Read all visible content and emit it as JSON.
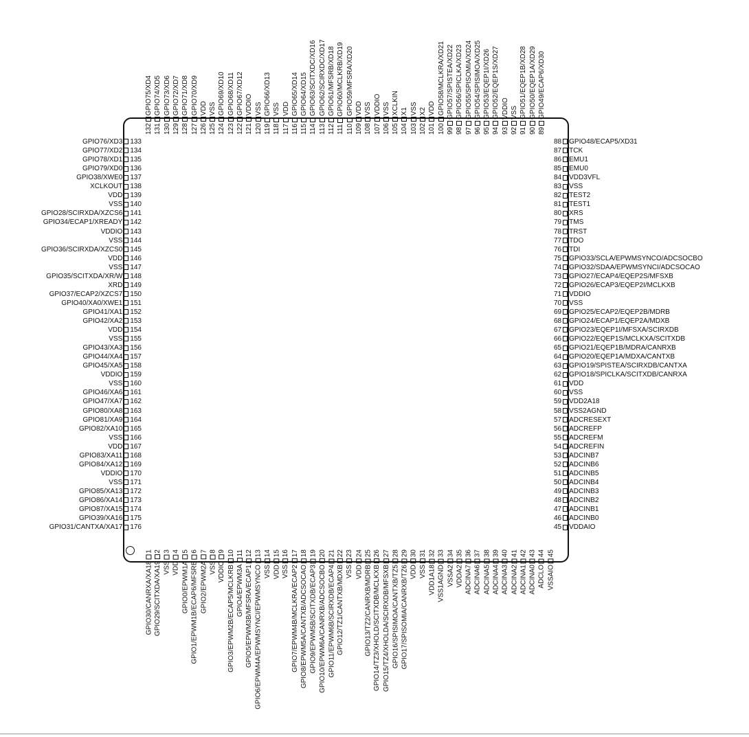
{
  "left": [
    [
      133,
      "GPIO76/XD3"
    ],
    [
      134,
      "GPIO77/XD2"
    ],
    [
      135,
      "GPIO78/XD1"
    ],
    [
      136,
      "GPIO79/XD0"
    ],
    [
      137,
      "GPIO38/XWE0"
    ],
    [
      138,
      "XCLKOUT"
    ],
    [
      139,
      "VDD"
    ],
    [
      140,
      "VSS"
    ],
    [
      141,
      "GPIO28/SCIRXDA/XZCS6"
    ],
    [
      142,
      "GPIO34/ECAP1/XREADY"
    ],
    [
      143,
      "VDDIO"
    ],
    [
      144,
      "VSS"
    ],
    [
      145,
      "GPIO36/SCIRXDA/XZCS0"
    ],
    [
      146,
      "VDD"
    ],
    [
      147,
      "VSS"
    ],
    [
      148,
      "GPIO35/SCITXDA/XR/W"
    ],
    [
      149,
      "XRD"
    ],
    [
      150,
      "GPIO37/ECAP2/XZCS7"
    ],
    [
      151,
      "GPIO40/XA0/XWE1"
    ],
    [
      152,
      "GPIO41/XA1"
    ],
    [
      153,
      "GPIO42/XA2"
    ],
    [
      154,
      "VDD"
    ],
    [
      155,
      "VSS"
    ],
    [
      156,
      "GPIO43/XA3"
    ],
    [
      157,
      "GPIO44/XA4"
    ],
    [
      158,
      "GPIO45/XA5"
    ],
    [
      159,
      "VDDIO"
    ],
    [
      160,
      "VSS"
    ],
    [
      161,
      "GPIO46/XA6"
    ],
    [
      162,
      "GPIO47/XA7"
    ],
    [
      163,
      "GPIO80/XA8"
    ],
    [
      164,
      "GPIO81/XA9"
    ],
    [
      165,
      "GPIO82/XA10"
    ],
    [
      166,
      "VSS"
    ],
    [
      167,
      "VDD"
    ],
    [
      168,
      "GPIO83/XA11"
    ],
    [
      169,
      "GPIO84/XA12"
    ],
    [
      170,
      "VDDIO"
    ],
    [
      171,
      "VSS"
    ],
    [
      172,
      "GPIO85/XA13"
    ],
    [
      173,
      "GPIO86/XA14"
    ],
    [
      174,
      "GPIO87/XA15"
    ],
    [
      175,
      "GPIO39/XA16"
    ],
    [
      176,
      "GPIO31/CANTXA/XA17"
    ]
  ],
  "right": [
    [
      88,
      "GPIO48/ECAP5/XD31"
    ],
    [
      87,
      "TCK"
    ],
    [
      86,
      "EMU1"
    ],
    [
      85,
      "EMU0"
    ],
    [
      84,
      "VDD3VFL"
    ],
    [
      83,
      "VSS"
    ],
    [
      82,
      "TEST2"
    ],
    [
      81,
      "TEST1"
    ],
    [
      80,
      "XRS"
    ],
    [
      79,
      "TMS"
    ],
    [
      78,
      "TRST"
    ],
    [
      77,
      "TDO"
    ],
    [
      76,
      "TDI"
    ],
    [
      75,
      "GPIO33/SCLA/EPWMSYNCO/ADCSOCBO"
    ],
    [
      74,
      "GPIO32/SDAA/EPWMSYNCI/ADCSOCAO"
    ],
    [
      73,
      "GPIO27/ECAP4/EQEP2S/MFSXB"
    ],
    [
      72,
      "GPIO26/ECAP3/EQEP2I/MCLKXB"
    ],
    [
      71,
      "VDDIO"
    ],
    [
      70,
      "VSS"
    ],
    [
      69,
      "GPIO25/ECAP2/EQEP2B/MDRB"
    ],
    [
      68,
      "GPIO24/ECAP1/EQEP2A/MDXB"
    ],
    [
      67,
      "GPIO23/EQEP1I/MFSXA/SCIRXDB"
    ],
    [
      66,
      "GPIO22/EQEP1S/MCLKXA/SCITXDB"
    ],
    [
      65,
      "GPIO21/EQEP1B/MDRA/CANRXB"
    ],
    [
      64,
      "GPIO20/EQEP1A/MDXA/CANTXB"
    ],
    [
      63,
      "GPIO19/SPISTEA/SCIRXDB/CANTXA"
    ],
    [
      62,
      "GPIO18/SPICLKA/SCITXDB/CANRXA"
    ],
    [
      61,
      "VDD"
    ],
    [
      60,
      "VSS"
    ],
    [
      59,
      "VDD2A18"
    ],
    [
      58,
      "VSS2AGND"
    ],
    [
      57,
      "ADCRESEXT"
    ],
    [
      56,
      "ADCREFP"
    ],
    [
      55,
      "ADCREFM"
    ],
    [
      54,
      "ADCREFIN"
    ],
    [
      53,
      "ADCINB7"
    ],
    [
      52,
      "ADCINB6"
    ],
    [
      51,
      "ADCINB5"
    ],
    [
      50,
      "ADCINB4"
    ],
    [
      49,
      "ADCINB3"
    ],
    [
      48,
      "ADCINB2"
    ],
    [
      47,
      "ADCINB1"
    ],
    [
      46,
      "ADCINB0"
    ],
    [
      45,
      "VDDAIO"
    ]
  ],
  "top": [
    [
      132,
      "GPIO75/XD4"
    ],
    [
      131,
      "GPIO74/XD5"
    ],
    [
      130,
      "GPIO73/XD6"
    ],
    [
      129,
      "GPIO72/XD7"
    ],
    [
      128,
      "GPIO71/XD8"
    ],
    [
      127,
      "GPIO70/XD9"
    ],
    [
      126,
      "VDD"
    ],
    [
      125,
      "VSS"
    ],
    [
      124,
      "GPIO69/XD10"
    ],
    [
      123,
      "GPIO68/XD11"
    ],
    [
      122,
      "GPIO67/XD12"
    ],
    [
      121,
      "VDDIO"
    ],
    [
      120,
      "VSS"
    ],
    [
      119,
      "GPIO66/XD13"
    ],
    [
      118,
      "VSS"
    ],
    [
      117,
      "VDD"
    ],
    [
      116,
      "GPIO65/XD14"
    ],
    [
      115,
      "GPIO64/XD15"
    ],
    [
      114,
      "GPIO63/SCITXDC/XD16"
    ],
    [
      113,
      "GPIO62/SCIRXDC/XD17"
    ],
    [
      112,
      "GPIO61/MFSRB/XD18"
    ],
    [
      111,
      "GPIO60/MCLKRB/XD19"
    ],
    [
      110,
      "GPIO59/MFSRA/XD20"
    ],
    [
      109,
      "VDD"
    ],
    [
      108,
      "VSS"
    ],
    [
      107,
      "VDDIO"
    ],
    [
      106,
      "VSS"
    ],
    [
      105,
      "XCLKIN"
    ],
    [
      104,
      "X1"
    ],
    [
      103,
      "VSS"
    ],
    [
      102,
      "X2"
    ],
    [
      101,
      "VDD"
    ],
    [
      100,
      "GPIO58/MCLKRA/XD21"
    ],
    [
      99,
      "GPIO57/SPISTEA/XD22"
    ],
    [
      98,
      "GPIO56/SPICLKA/XD23"
    ],
    [
      97,
      "GPIO55/SPISOMIA/XD24"
    ],
    [
      96,
      "GPIO54/SPISIMOA/XD25"
    ],
    [
      95,
      "GPIO53/EQEP1I/XD26"
    ],
    [
      94,
      "GPIO52/EQEP1S/XD27"
    ],
    [
      93,
      "VDDIO"
    ],
    [
      92,
      "VSS"
    ],
    [
      91,
      "GPIO51/EQEP1B/XD28"
    ],
    [
      90,
      "GPIO50/EQEP1A/XD29"
    ],
    [
      89,
      "GPIO49/ECAP6/XD30"
    ]
  ],
  "bottom": [
    [
      1,
      "GPIO30/CANRXA/XA18"
    ],
    [
      2,
      "GPIO29/SCITXDA/XA19"
    ],
    [
      3,
      "VSS"
    ],
    [
      4,
      "VDD"
    ],
    [
      5,
      "GPIO0/EPWM1A"
    ],
    [
      6,
      "GPIO1/EPWM1B/ECAP6/MFSRB"
    ],
    [
      7,
      "GPIO2/EPWM2A"
    ],
    [
      8,
      "VSS"
    ],
    [
      9,
      "VDDIO"
    ],
    [
      10,
      "GPIO3/EPWM2B/ECAP5/MCLKRB"
    ],
    [
      11,
      "GPIO4/EPWM3A"
    ],
    [
      12,
      "GPIO5/EPWM3B/MFSRA/ECAP1"
    ],
    [
      13,
      "GPIO6/EPWM4A/EPWMSYNCI/EPWMSYNCO"
    ],
    [
      14,
      "VSS"
    ],
    [
      15,
      "VDD"
    ],
    [
      16,
      "VSS"
    ],
    [
      17,
      "GPIO7/EPWM4B/MCLKRA/ECAP2"
    ],
    [
      18,
      "GPIO8/EPWM5A/CANTXB/ADCSOCAO"
    ],
    [
      19,
      "GPIO9/EPWM5B/SCITXDB/ECAP3"
    ],
    [
      20,
      "GPIO10/EPWM6A/CANRXB/ADCSOCBO"
    ],
    [
      21,
      "GPIO11/EPWM6B/SCIRXDB/ECAP4"
    ],
    [
      22,
      "GPIO12/TZ1/CANTXB/MDXB"
    ],
    [
      23,
      "VSS"
    ],
    [
      24,
      "VDD"
    ],
    [
      25,
      "GPIO13/TZ2/CANRXB/MDRB"
    ],
    [
      26,
      "GPIO14/TZ3/XHOLD/SCITXDB/MCLKXB"
    ],
    [
      27,
      "GPIO15/TZ4/XHOLDA/SCIRXDB/MFSXB"
    ],
    [
      28,
      "GPIO16/SPISIMOA/CANTXB/TZ5"
    ],
    [
      29,
      "GPIO17/SPISOMIA/CANRXB/TZ6"
    ],
    [
      30,
      "VDD"
    ],
    [
      31,
      "VSS"
    ],
    [
      32,
      "VDD1A18"
    ],
    [
      33,
      "VSS1AGND"
    ],
    [
      34,
      "VSSA2"
    ],
    [
      35,
      "VDDA2"
    ],
    [
      36,
      "ADCINA7"
    ],
    [
      37,
      "ADCINA6"
    ],
    [
      38,
      "ADCINA5"
    ],
    [
      39,
      "ADCINA4"
    ],
    [
      40,
      "ADCINA3"
    ],
    [
      41,
      "ADCINA2"
    ],
    [
      42,
      "ADCINA1"
    ],
    [
      43,
      "ADCINA0"
    ],
    [
      44,
      "ADCLO"
    ],
    [
      45,
      "VSSAIO"
    ]
  ]
}
